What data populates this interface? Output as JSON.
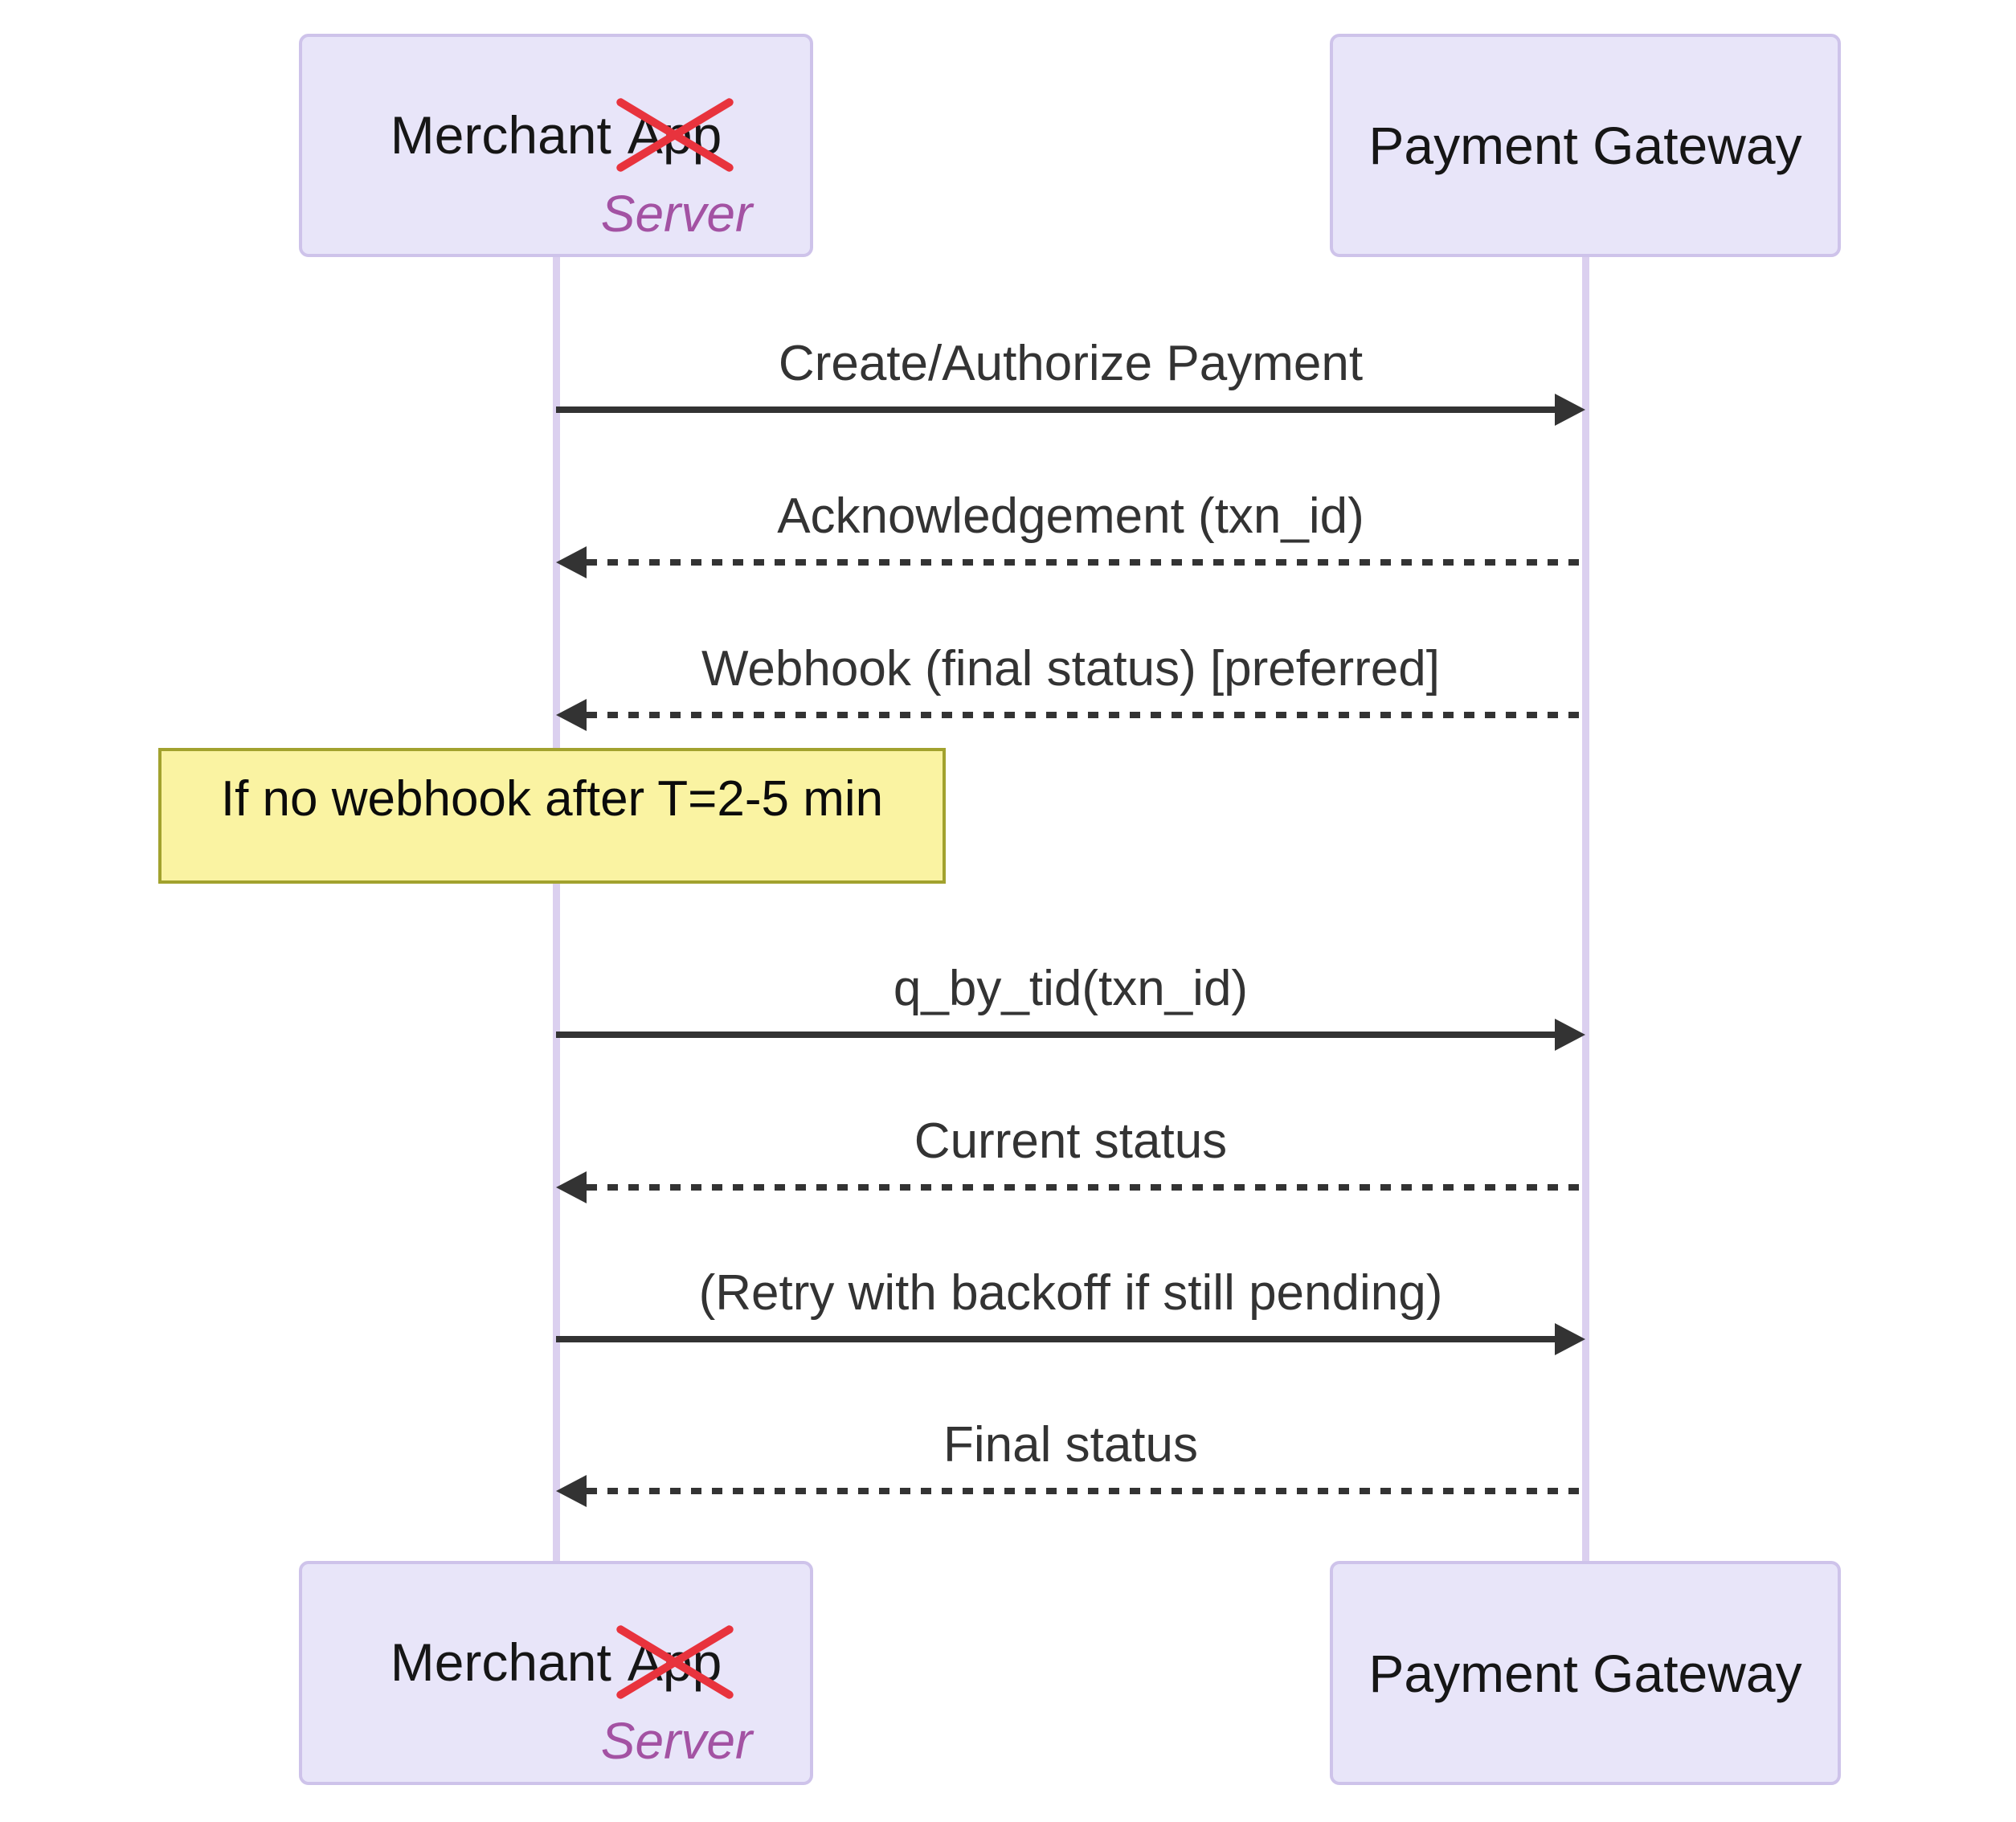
{
  "actors": {
    "merchant": {
      "name_prefix": "Merchant",
      "struck_word": "App",
      "replacement": "Server"
    },
    "gateway": {
      "name": "Payment Gateway"
    }
  },
  "messages": [
    {
      "label": "Create/Authorize Payment",
      "from": "merchant",
      "to": "gateway",
      "line": "solid"
    },
    {
      "label": "Acknowledgement (txn_id)",
      "from": "gateway",
      "to": "merchant",
      "line": "dashed"
    },
    {
      "label": "Webhook (final status) [preferred]",
      "from": "gateway",
      "to": "merchant",
      "line": "dashed"
    },
    {
      "label": "q_by_tid(txn_id)",
      "from": "merchant",
      "to": "gateway",
      "line": "solid"
    },
    {
      "label": "Current status",
      "from": "gateway",
      "to": "merchant",
      "line": "dashed"
    },
    {
      "label": "(Retry with backoff if still pending)",
      "from": "merchant",
      "to": "gateway",
      "line": "solid"
    },
    {
      "label": "Final status",
      "from": "gateway",
      "to": "merchant",
      "line": "dashed"
    }
  ],
  "note": {
    "label": "If no webhook after T=2-5 min"
  },
  "colors": {
    "actor_fill": "#e8e5f9",
    "actor_border": "#cec3ea",
    "lifeline": "#dbd0ef",
    "arrow": "#333333",
    "note_fill": "#faf3a2",
    "note_border": "#a2a22e",
    "annotation_purple": "#a352a3",
    "strike_red": "#e8333d"
  }
}
